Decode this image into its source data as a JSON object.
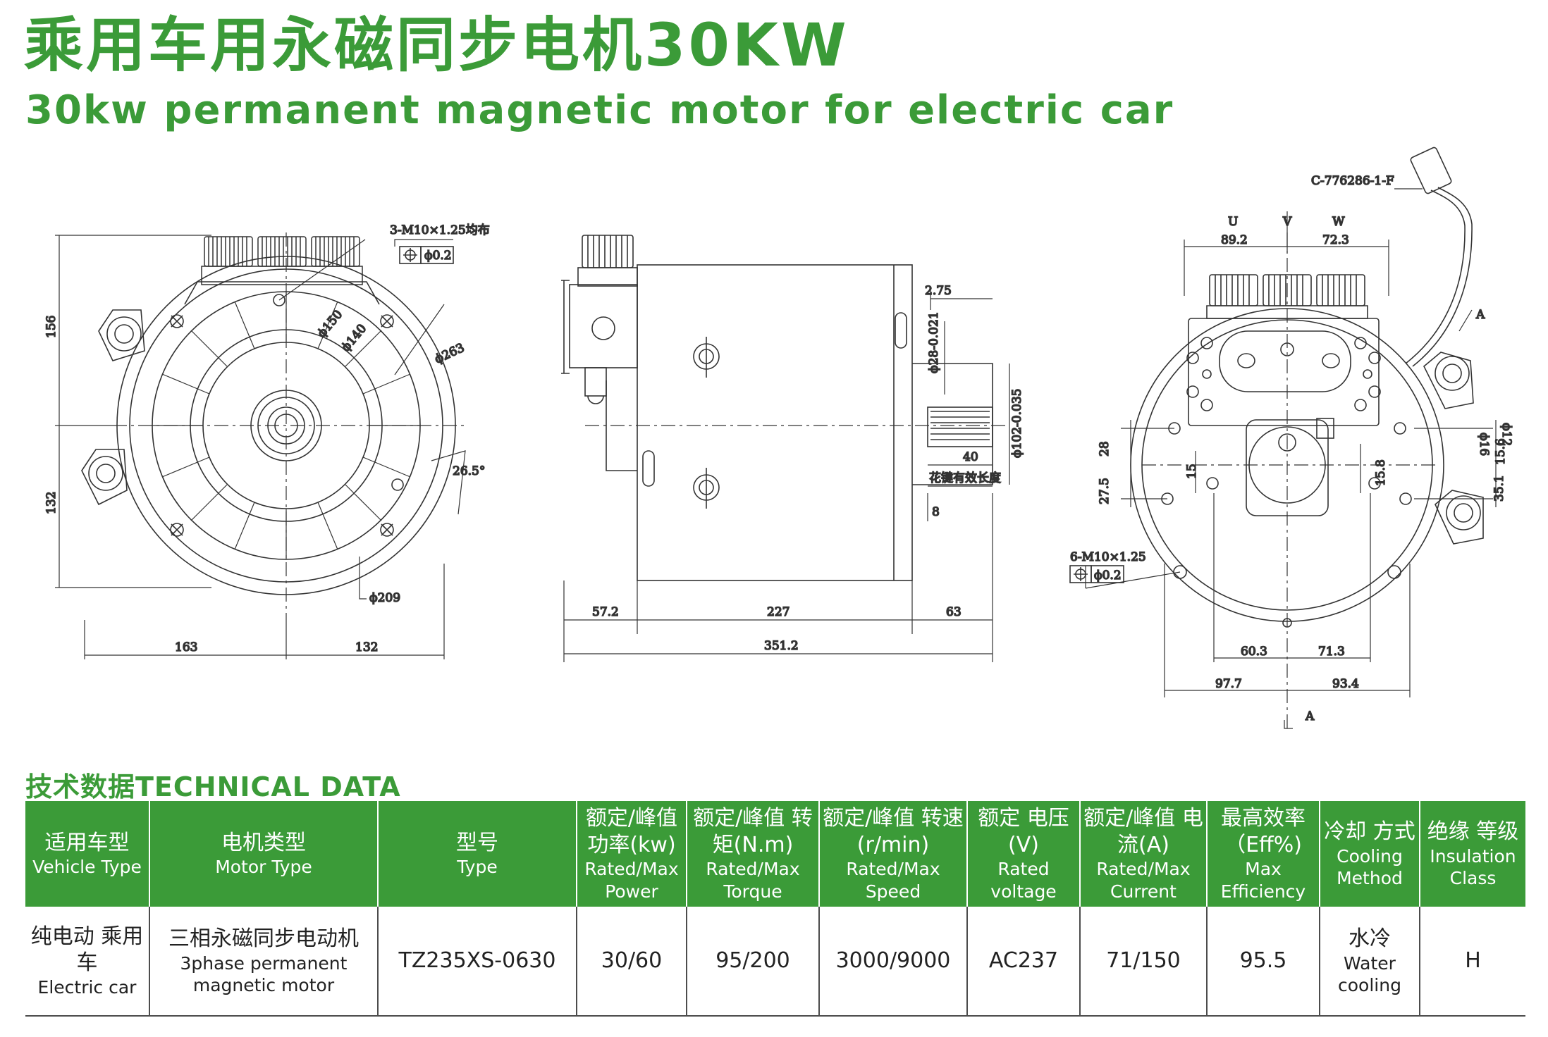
{
  "header": {
    "title_cn": "乘用车用永磁同步电机30KW",
    "title_en": "30kw permanent magnetic motor for electric car"
  },
  "drawing_labels": {
    "front": {
      "thread_note": "3-M10×1.25均布",
      "tolerance": "ϕ0.2",
      "d150": "ϕ150",
      "d140": "ϕ140",
      "d263": "ϕ263",
      "d209": "ϕ209",
      "angle": "26.5°",
      "h156": "156",
      "h132": "132",
      "w163": "163",
      "w132": "132"
    },
    "side": {
      "d275": "2.75",
      "d28": "ϕ28-0.021",
      "d102": "ϕ102-0.035",
      "d40": "40",
      "key_note": "花键有效长度",
      "d8": "8",
      "d572": "57.2",
      "d227": "227",
      "d63": "63",
      "d3512": "351.2"
    },
    "rear": {
      "connector": "C-776286-1-F",
      "u": "U",
      "v": "V",
      "w": "W",
      "d892": "89.2",
      "d723": "72.3",
      "a_top": "A",
      "a_bottom": "A",
      "d12": "ϕ12",
      "d16": "ϕ16",
      "d156": "15.6",
      "d351": "35.1",
      "d28": "28",
      "d275": "27.5",
      "d15": "15",
      "d158": "15.8",
      "thread_note": "6-M10×1.25",
      "tolerance": "ϕ0.2",
      "d603": "60.3",
      "d713": "71.3",
      "d977": "97.7",
      "d934": "93.4"
    }
  },
  "technical_data": {
    "section_title": "技术数据TECHNICAL DATA",
    "headers": [
      {
        "cn": "适用车型",
        "en": "Vehicle Type"
      },
      {
        "cn": "电机类型",
        "en": "Motor Type"
      },
      {
        "cn": "型号",
        "en": "Type"
      },
      {
        "cn": "额定/峰值 功率(kw)",
        "en": "Rated/Max Power"
      },
      {
        "cn": "额定/峰值 转矩(N.m)",
        "en": "Rated/Max Torque"
      },
      {
        "cn": "额定/峰值 转速(r/min)",
        "en": "Rated/Max Speed"
      },
      {
        "cn": "额定 电压(V)",
        "en": "Rated voltage"
      },
      {
        "cn": "额定/峰值 电流(A)",
        "en": "Rated/Max Current"
      },
      {
        "cn": "最高效率 （Eff%)",
        "en": "Max Efficiency"
      },
      {
        "cn": "冷却 方式",
        "en": "Cooling Method"
      },
      {
        "cn": "绝缘 等级",
        "en": "Insulation Class"
      }
    ],
    "row": {
      "vehicle_cn": "纯电动 乘用车",
      "vehicle_en": "Electric car",
      "motor_cn": "三相永磁同步电动机",
      "motor_en": "3phase permanent magnetic motor",
      "type": "TZ235XS-0630",
      "power": "30/60",
      "torque": "95/200",
      "speed": "3000/9000",
      "voltage": "AC237",
      "current": "71/150",
      "efficiency": "95.5",
      "cooling_cn": "水冷",
      "cooling_en": "Water cooling",
      "insulation": "H"
    }
  }
}
